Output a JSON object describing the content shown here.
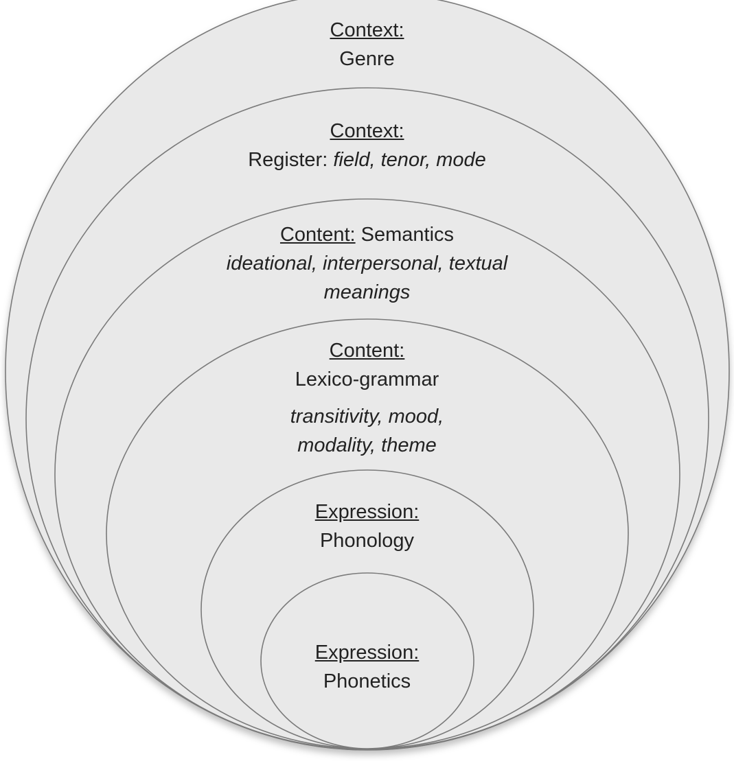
{
  "colors": {
    "fill": "#e9e9e9",
    "stroke": "#7a7a7a",
    "text": "#222222"
  },
  "layers": [
    {
      "heading": "Context:",
      "line": "Genre"
    },
    {
      "heading": "Context:",
      "line_prefix": "Register: ",
      "line_italic": "field, tenor, mode"
    },
    {
      "heading": "Content:",
      "heading_suffix": " Semantics",
      "italic1": "ideational, interpersonal, textual",
      "italic2": "meanings"
    },
    {
      "heading": "Content:",
      "line": "Lexico-grammar",
      "italic1": "transitivity, mood,",
      "italic2": "modality, theme"
    },
    {
      "heading": "Expression:",
      "line": "Phonology"
    },
    {
      "heading": "Expression:",
      "line": "Phonetics"
    }
  ]
}
